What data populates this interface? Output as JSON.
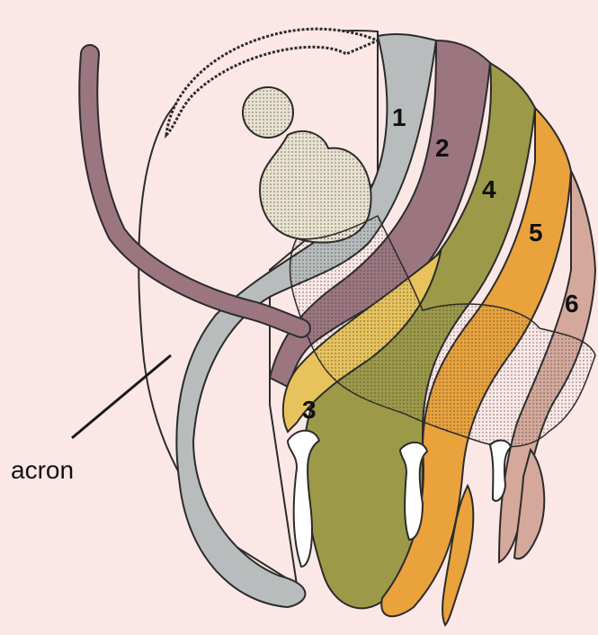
{
  "diagram": {
    "segments": [
      {
        "id": "1",
        "label": "1",
        "color": "#b8bcbc"
      },
      {
        "id": "2",
        "label": "2",
        "color": "#9b7680"
      },
      {
        "id": "3",
        "label": "3",
        "color": "#e8c35c"
      },
      {
        "id": "4",
        "label": "4",
        "color": "#9c9a48"
      },
      {
        "id": "5",
        "label": "5",
        "color": "#e9a23c"
      },
      {
        "id": "6",
        "label": "6",
        "color": "#d4a99c"
      }
    ],
    "acron": {
      "label": "acron",
      "color": "#fbe8e6"
    },
    "colors": {
      "background": "#fbe8e6",
      "outline": "#2b2b2b",
      "brain": "#e9e2cf"
    }
  }
}
